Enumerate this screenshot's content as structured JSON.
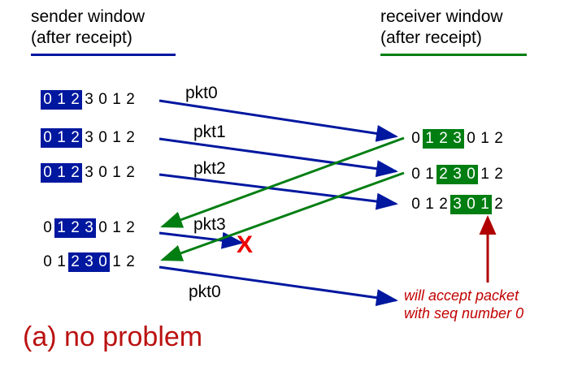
{
  "headers": {
    "sender": {
      "line1": "sender window",
      "line2": "(after receipt)",
      "rule_color": "#00179f"
    },
    "receiver": {
      "line1": "receiver window",
      "line2": "(after receipt)",
      "rule_color": "#007e12"
    }
  },
  "colors": {
    "sender_window": "#00179f",
    "receiver_window": "#007e12",
    "data_arrow": "#00179f",
    "ack_arrow": "#007e12",
    "loss_mark": "#ee0000",
    "annotation": "#c20000",
    "caption": "#bb1111"
  },
  "sender_rows": [
    {
      "digits": [
        "0",
        "1",
        "2",
        "3",
        "0",
        "1",
        "2"
      ],
      "window_start": 0,
      "window_end": 2
    },
    {
      "digits": [
        "0",
        "1",
        "2",
        "3",
        "0",
        "1",
        "2"
      ],
      "window_start": 0,
      "window_end": 2
    },
    {
      "digits": [
        "0",
        "1",
        "2",
        "3",
        "0",
        "1",
        "2"
      ],
      "window_start": 0,
      "window_end": 2
    },
    {
      "digits": [
        "0",
        "1",
        "2",
        "3",
        "0",
        "1",
        "2"
      ],
      "window_start": 1,
      "window_end": 3
    },
    {
      "digits": [
        "0",
        "1",
        "2",
        "3",
        "0",
        "1",
        "2"
      ],
      "window_start": 2,
      "window_end": 4
    }
  ],
  "receiver_rows": [
    {
      "digits": [
        "0",
        "1",
        "2",
        "3",
        "0",
        "1",
        "2"
      ],
      "window_start": 1,
      "window_end": 3
    },
    {
      "digits": [
        "0",
        "1",
        "2",
        "3",
        "0",
        "1",
        "2"
      ],
      "window_start": 2,
      "window_end": 4
    },
    {
      "digits": [
        "0",
        "1",
        "2",
        "3",
        "0",
        "1",
        "2"
      ],
      "window_start": 3,
      "window_end": 5
    }
  ],
  "packets": [
    {
      "label": "pkt0",
      "kind": "data",
      "lost": false
    },
    {
      "label": "pkt1",
      "kind": "data",
      "lost": false
    },
    {
      "label": "pkt2",
      "kind": "data",
      "lost": false
    },
    {
      "label": "pkt3",
      "kind": "data",
      "lost": true
    },
    {
      "label": "pkt0",
      "kind": "data",
      "lost": false
    }
  ],
  "loss_marker": "X",
  "annotation": {
    "line1": "will accept packet",
    "line2": "with seq number 0"
  },
  "caption": "(a) no problem"
}
